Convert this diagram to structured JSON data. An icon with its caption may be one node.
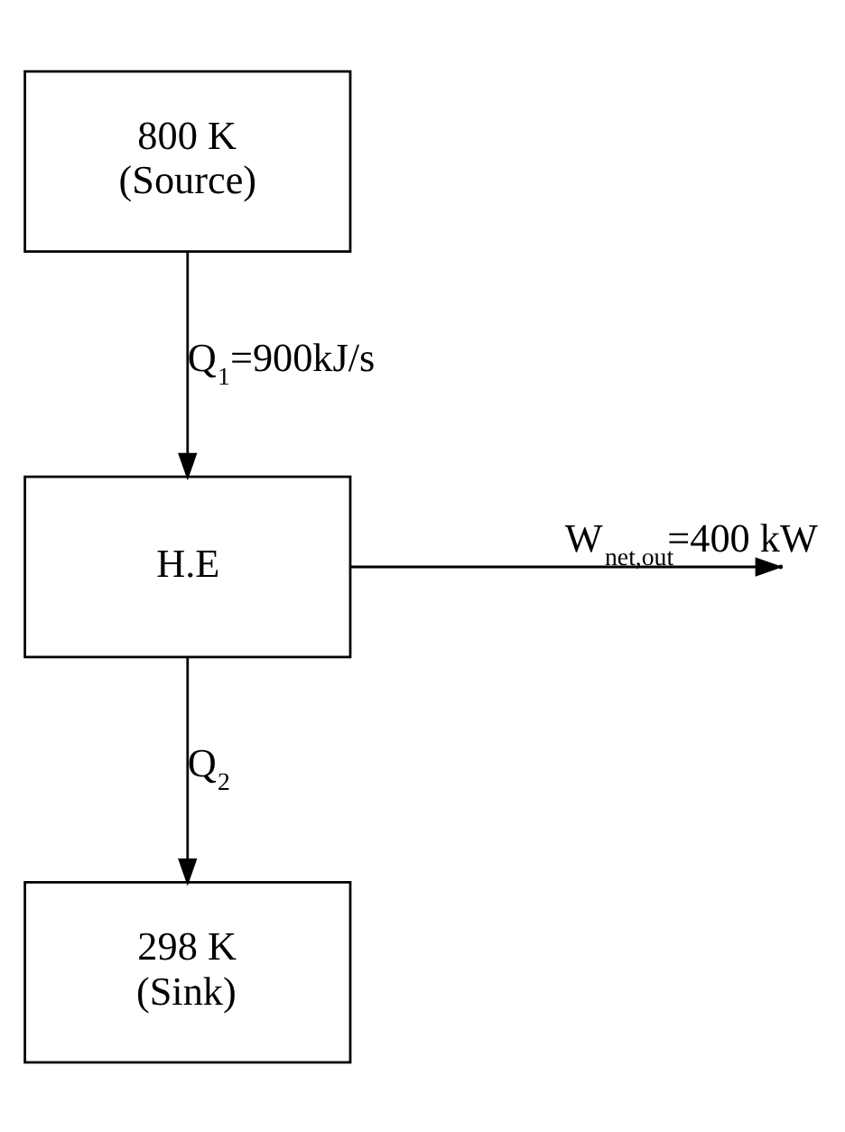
{
  "diagram": {
    "nodes": [
      {
        "text": [
          "800 K",
          "(Source)"
        ]
      },
      {
        "text": [
          "H.E"
        ]
      },
      {
        "text": [
          "298 K",
          "(Sink)"
        ]
      }
    ],
    "edges": [
      {
        "from": 0,
        "to": 1,
        "arrow": "to",
        "label": "Q$_{1}$=900kJ/s"
      },
      {
        "from": 1,
        "to": null,
        "arrow": "to",
        "label": "W$_{net,out}$=400 kW"
      },
      {
        "from": 1,
        "to": 2,
        "arrow": "to",
        "label": "Q$_{2}$"
      }
    ]
  }
}
